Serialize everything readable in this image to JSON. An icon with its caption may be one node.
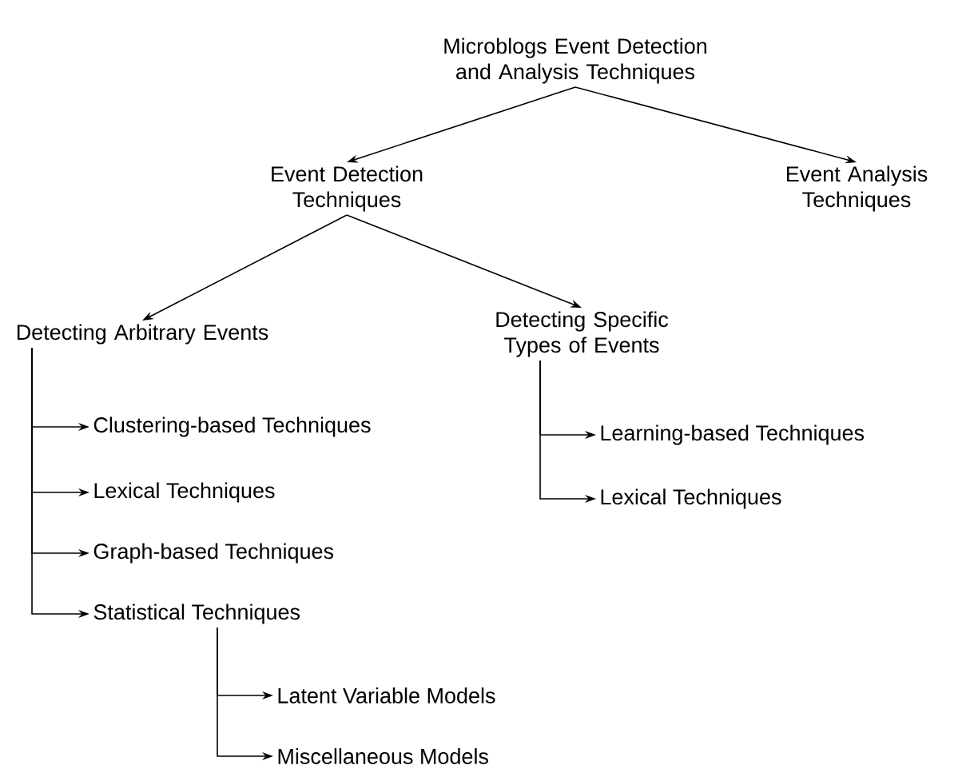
{
  "diagram": {
    "nodes": [
      {
        "text": [
          "Microblogs Event Detection and Analysis Techniques"
        ]
      },
      {
        "text": [
          "Event Detection Techniques"
        ]
      },
      {
        "text": [
          "Event Analysis Techniques"
        ]
      },
      {
        "text": [
          "Detecting Arbitrary Events"
        ]
      },
      {
        "text": [
          "Detecting Specific Types of Events"
        ]
      },
      {
        "text": [
          "Clustering-based Techniques"
        ]
      },
      {
        "text": [
          "Lexical Techniques"
        ]
      },
      {
        "text": [
          "Graph-based Techniques"
        ]
      },
      {
        "text": [
          "Statistical Techniques"
        ]
      },
      {
        "text": [
          "Learning-based Techniques"
        ]
      },
      {
        "text": [
          "Lexical Techniques"
        ]
      },
      {
        "text": [
          "Latent Variable Models"
        ]
      },
      {
        "text": [
          "Miscellaneous Models"
        ]
      }
    ],
    "edges": [
      {
        "from": 0,
        "to": 1,
        "arrow": "to"
      },
      {
        "from": 0,
        "to": 2,
        "arrow": "to"
      },
      {
        "from": 1,
        "to": 3,
        "arrow": "to"
      },
      {
        "from": 1,
        "to": 4,
        "arrow": "to"
      },
      {
        "from": 3,
        "to": 5,
        "arrow": "to"
      },
      {
        "from": 3,
        "to": 6,
        "arrow": "to"
      },
      {
        "from": 3,
        "to": 7,
        "arrow": "to"
      },
      {
        "from": 3,
        "to": 8,
        "arrow": "to"
      },
      {
        "from": 4,
        "to": 9,
        "arrow": "to"
      },
      {
        "from": 4,
        "to": 10,
        "arrow": "to"
      },
      {
        "from": 8,
        "to": 11,
        "arrow": "to"
      },
      {
        "from": 8,
        "to": 12,
        "arrow": "to"
      }
    ]
  }
}
